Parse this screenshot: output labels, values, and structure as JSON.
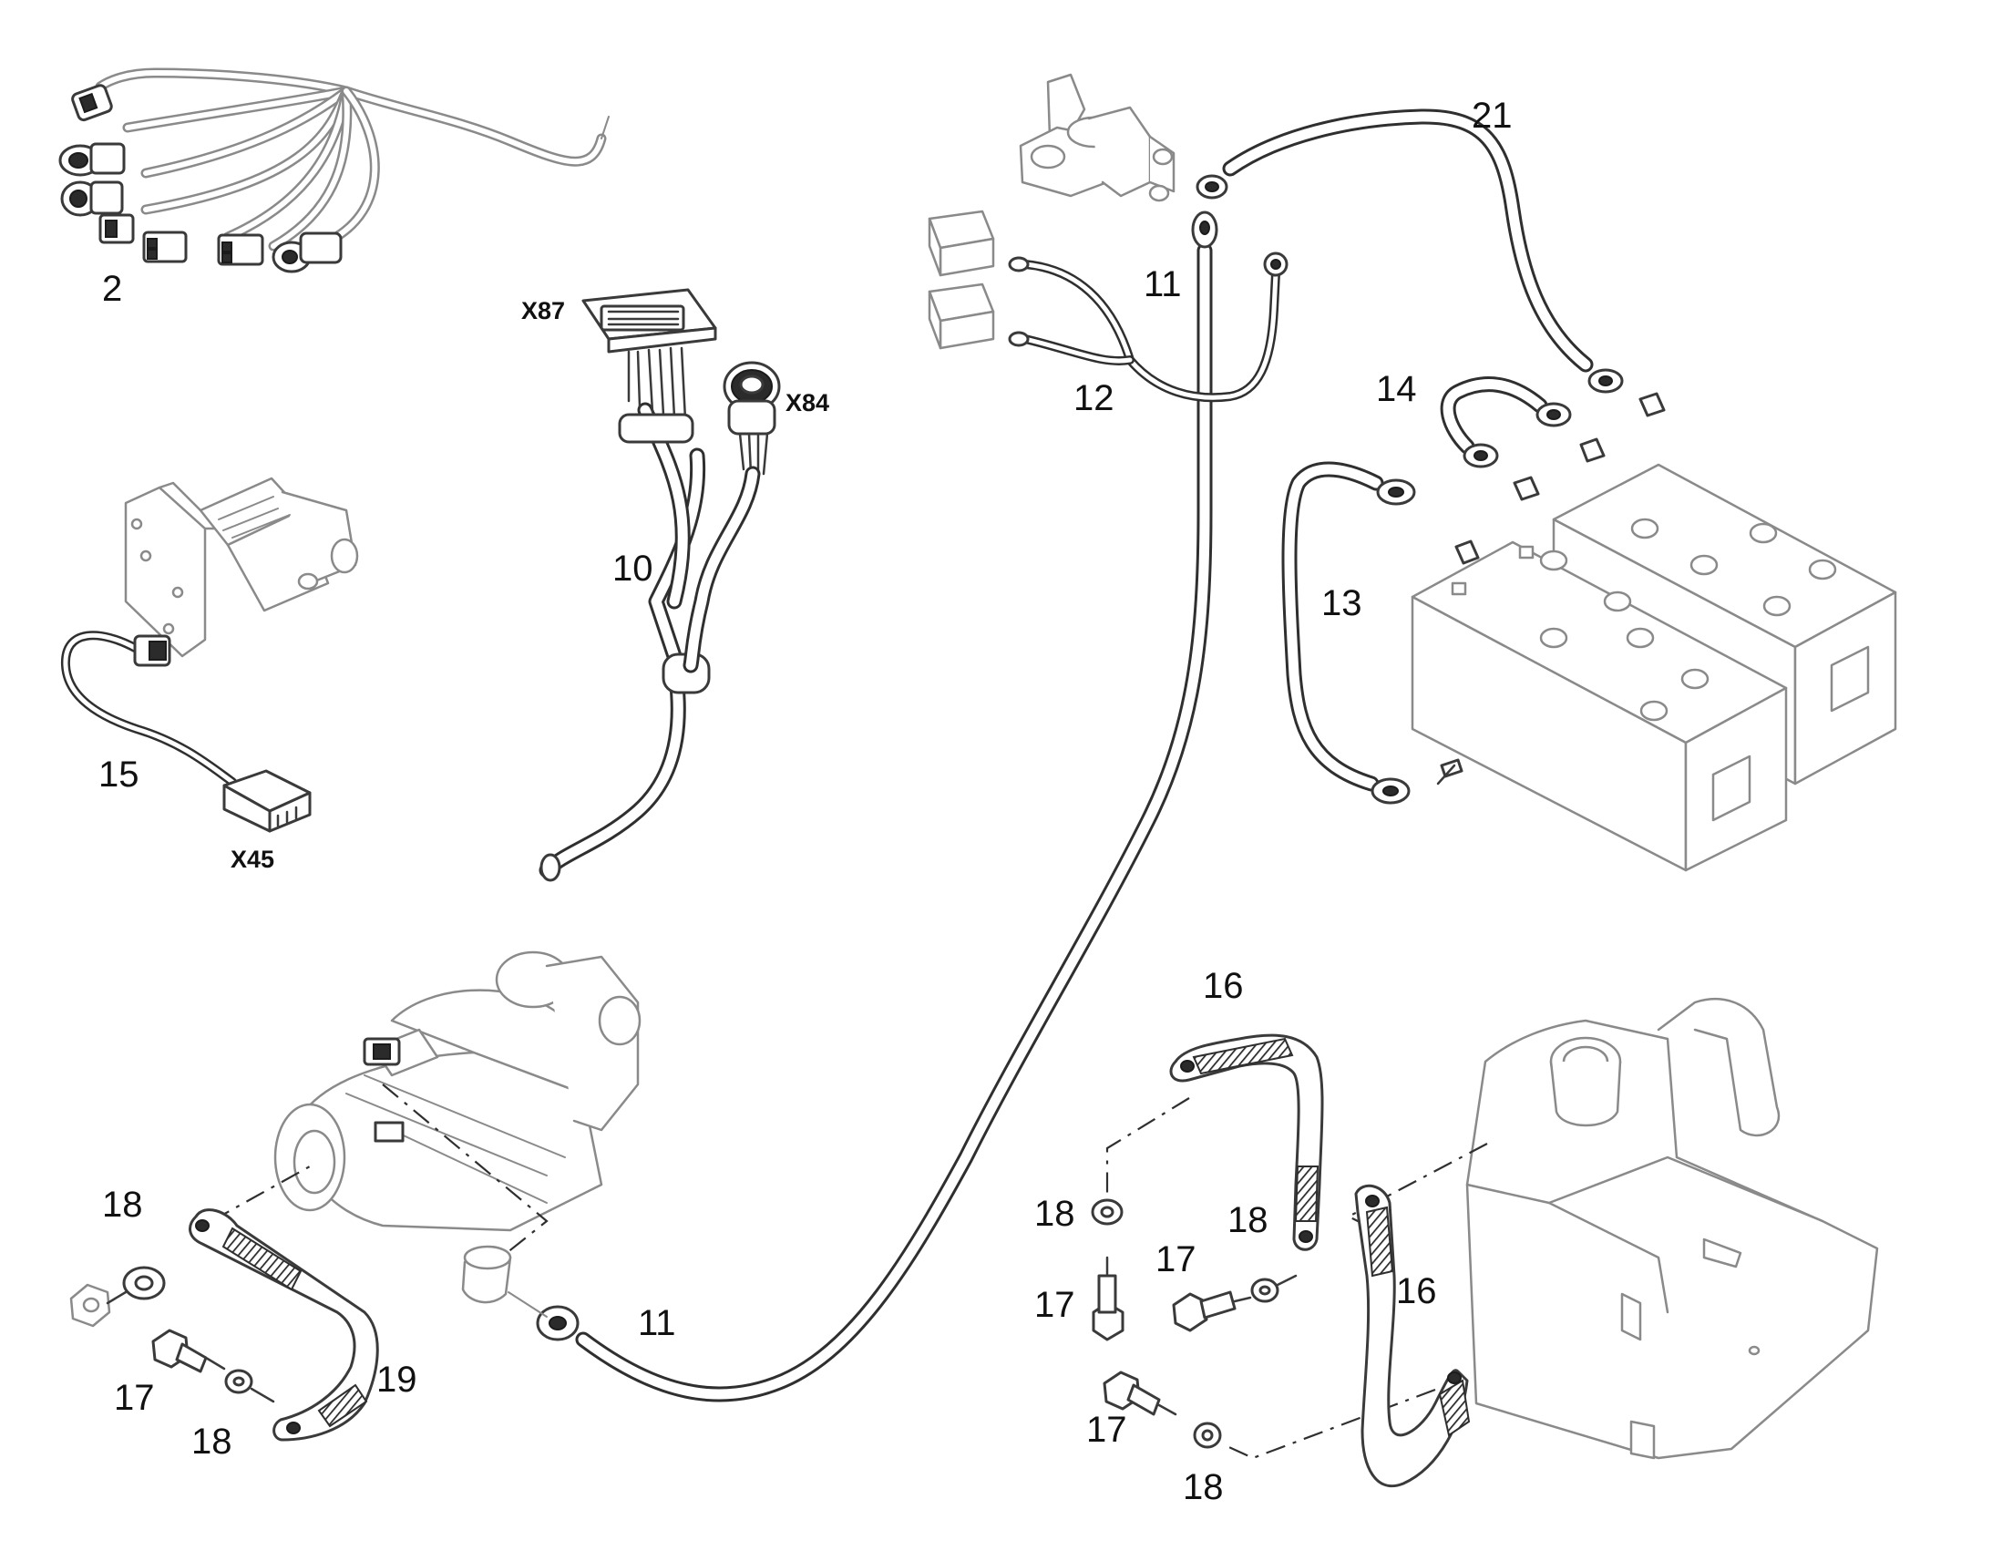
{
  "labels": {
    "l2": "2",
    "l10": "10",
    "l11a": "11",
    "l11b": "11",
    "l12": "12",
    "l13": "13",
    "l14": "14",
    "l15": "15",
    "l16a": "16",
    "l16b": "16",
    "l17a": "17",
    "l17b": "17",
    "l17c": "17",
    "l17d": "17",
    "l18a": "18",
    "l18b": "18",
    "l18c": "18",
    "l18d": "18",
    "l18e": "18",
    "l19": "19",
    "l21": "21"
  },
  "connectors": {
    "x87": "X87",
    "x84": "X84",
    "x45": "X45"
  },
  "colors": {
    "line": "#2f2f2f",
    "light_line": "#8a8a8a",
    "background": "#ffffff"
  }
}
